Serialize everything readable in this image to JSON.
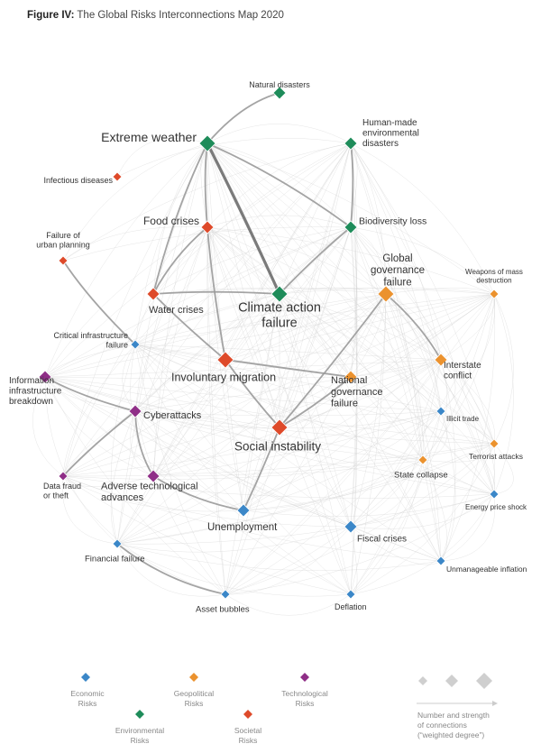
{
  "figure": {
    "prefix": "Figure IV:",
    "title": "The Global Risks Interconnections Map 2020"
  },
  "categories": {
    "economic": {
      "label_lines": [
        "Economic",
        "Risks"
      ],
      "color": "#3b87c8"
    },
    "environmental": {
      "label_lines": [
        "Environmental",
        "Risks"
      ],
      "color": "#1e8c5a"
    },
    "geopolitical": {
      "label_lines": [
        "Geopolitical",
        "Risks"
      ],
      "color": "#eb922e"
    },
    "societal": {
      "label_lines": [
        "Societal",
        "Risks"
      ],
      "color": "#de4a2a"
    },
    "technological": {
      "label_lines": [
        "Technological",
        "Risks"
      ],
      "color": "#8f2e87"
    }
  },
  "nodes": [
    {
      "id": "natural_disasters",
      "cat": "environmental",
      "weight": 2,
      "label": [
        "Natural disasters"
      ]
    },
    {
      "id": "extreme_weather",
      "cat": "environmental",
      "weight": 3,
      "label": [
        "Extreme weather"
      ]
    },
    {
      "id": "human_made",
      "cat": "environmental",
      "weight": 2,
      "label": [
        "Human-made",
        "environmental",
        "disasters"
      ]
    },
    {
      "id": "infectious",
      "cat": "societal",
      "weight": 1,
      "label": [
        "Infectious diseases"
      ]
    },
    {
      "id": "food_crises",
      "cat": "societal",
      "weight": 2,
      "label": [
        "Food crises"
      ]
    },
    {
      "id": "biodiversity",
      "cat": "environmental",
      "weight": 2,
      "label": [
        "Biodiversity loss"
      ]
    },
    {
      "id": "urban_planning",
      "cat": "societal",
      "weight": 1,
      "label": [
        "Failure of",
        "urban planning"
      ]
    },
    {
      "id": "global_gov",
      "cat": "geopolitical",
      "weight": 3,
      "label": [
        "Global",
        "governance",
        "failure"
      ]
    },
    {
      "id": "wmd",
      "cat": "geopolitical",
      "weight": 1,
      "label": [
        "Weapons of mass",
        "destruction"
      ]
    },
    {
      "id": "water_crises",
      "cat": "societal",
      "weight": 2,
      "label": [
        "Water crises"
      ]
    },
    {
      "id": "climate",
      "cat": "environmental",
      "weight": 3,
      "label": [
        "Climate action",
        "failure"
      ]
    },
    {
      "id": "critical_infra",
      "cat": "economic",
      "weight": 1,
      "label": [
        "Critical infrastructure",
        "failure"
      ]
    },
    {
      "id": "migration",
      "cat": "societal",
      "weight": 3,
      "label": [
        "Involuntary migration"
      ]
    },
    {
      "id": "interstate",
      "cat": "geopolitical",
      "weight": 2,
      "label": [
        "Interstate",
        "conflict"
      ]
    },
    {
      "id": "info_infra",
      "cat": "technological",
      "weight": 2,
      "label": [
        "Information",
        "infrastructure",
        "breakdown"
      ]
    },
    {
      "id": "national_gov",
      "cat": "geopolitical",
      "weight": 2,
      "label": [
        "National",
        "governance",
        "failure"
      ]
    },
    {
      "id": "illicit_trade",
      "cat": "economic",
      "weight": 1,
      "label": [
        "Illicit trade"
      ]
    },
    {
      "id": "cyberattacks",
      "cat": "technological",
      "weight": 2,
      "label": [
        "Cyberattacks"
      ]
    },
    {
      "id": "social_instability",
      "cat": "societal",
      "weight": 3,
      "label": [
        "Social instability"
      ]
    },
    {
      "id": "terrorist",
      "cat": "geopolitical",
      "weight": 1,
      "label": [
        "Terrorist attacks"
      ]
    },
    {
      "id": "data_fraud",
      "cat": "technological",
      "weight": 1,
      "label": [
        "Data fraud",
        "or theft"
      ]
    },
    {
      "id": "adverse_tech",
      "cat": "technological",
      "weight": 2,
      "label": [
        "Adverse technological",
        "advances"
      ]
    },
    {
      "id": "state_collapse",
      "cat": "geopolitical",
      "weight": 1,
      "label": [
        "State collapse"
      ]
    },
    {
      "id": "energy_price",
      "cat": "economic",
      "weight": 1,
      "label": [
        "Energy price shock"
      ]
    },
    {
      "id": "unemployment",
      "cat": "economic",
      "weight": 2,
      "label": [
        "Unemployment"
      ]
    },
    {
      "id": "fiscal_crises",
      "cat": "economic",
      "weight": 2,
      "label": [
        "Fiscal crises"
      ]
    },
    {
      "id": "financial_failure",
      "cat": "economic",
      "weight": 1,
      "label": [
        "Financial failure"
      ]
    },
    {
      "id": "unmanageable_inflation",
      "cat": "economic",
      "weight": 1,
      "label": [
        "Unmanageable inflation"
      ]
    },
    {
      "id": "asset_bubbles",
      "cat": "economic",
      "weight": 1,
      "label": [
        "Asset bubbles"
      ]
    },
    {
      "id": "deflation",
      "cat": "economic",
      "weight": 1,
      "label": [
        "Deflation"
      ]
    }
  ],
  "strong_links": [
    [
      "extreme_weather",
      "climate",
      3
    ],
    [
      "extreme_weather",
      "food_crises",
      2
    ],
    [
      "extreme_weather",
      "water_crises",
      2
    ],
    [
      "extreme_weather",
      "natural_disasters",
      2
    ],
    [
      "extreme_weather",
      "biodiversity",
      2
    ],
    [
      "climate",
      "biodiversity",
      2
    ],
    [
      "human_made",
      "biodiversity",
      2
    ],
    [
      "food_crises",
      "water_crises",
      2
    ],
    [
      "food_crises",
      "migration",
      2
    ],
    [
      "water_crises",
      "migration",
      2
    ],
    [
      "migration",
      "social_instability",
      2
    ],
    [
      "migration",
      "national_gov",
      2
    ],
    [
      "global_gov",
      "social_instability",
      2
    ],
    [
      "global_gov",
      "interstate",
      2
    ],
    [
      "social_instability",
      "unemployment",
      2
    ],
    [
      "social_instability",
      "national_gov",
      2
    ],
    [
      "cyberattacks",
      "info_infra",
      2
    ],
    [
      "cyberattacks",
      "adverse_tech",
      2
    ],
    [
      "cyberattacks",
      "data_fraud",
      2
    ],
    [
      "unemployment",
      "adverse_tech",
      2
    ],
    [
      "financial_failure",
      "asset_bubbles",
      2
    ],
    [
      "urban_planning",
      "critical_infra",
      2
    ],
    [
      "water_crises",
      "climate",
      2
    ]
  ],
  "legend": {
    "size_label": [
      "Number and strength",
      "of connections",
      "(“weighted degree”)"
    ]
  }
}
